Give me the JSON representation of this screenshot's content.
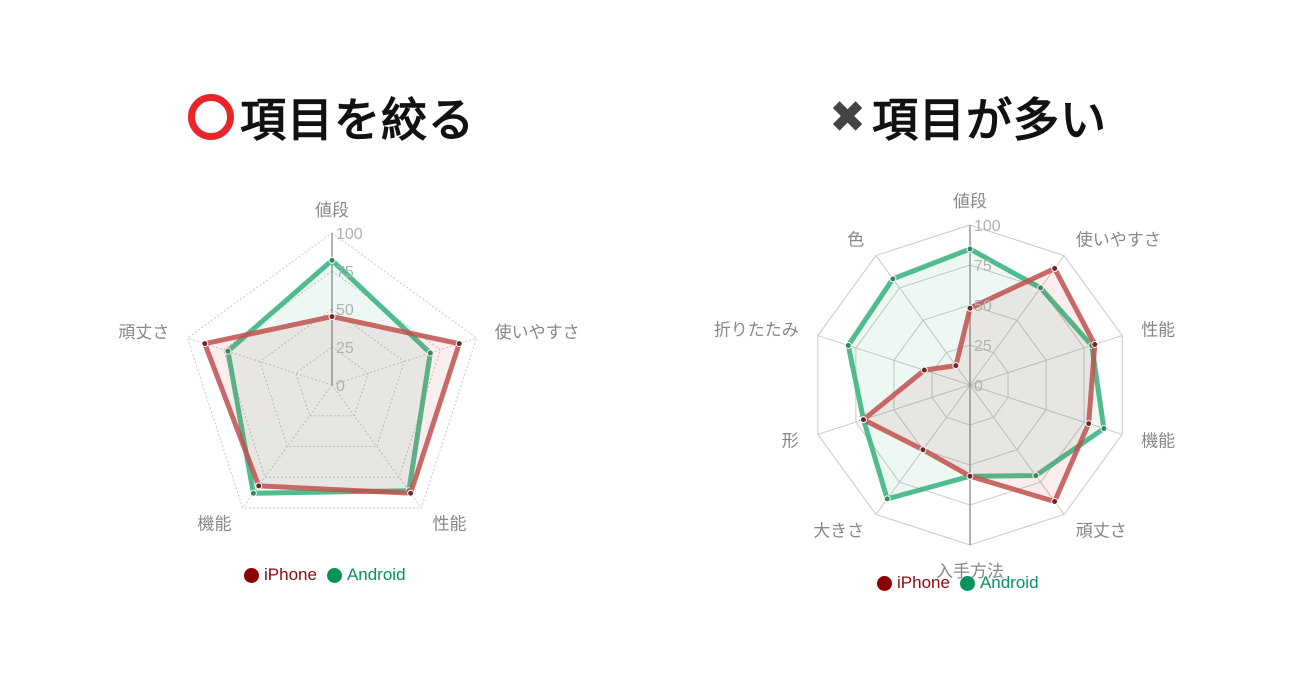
{
  "titles": {
    "good": "項目を絞る",
    "bad": "項目が多い"
  },
  "icons": {
    "good": "red-circle-mark-icon",
    "bad": "cross-mark-icon"
  },
  "colors": {
    "iphone_line": "#c0504d",
    "iphone_dot": "#8b0000",
    "iphone_legend": "#8b0a0a",
    "android_line": "#33b27a",
    "android_legend": "#06945a",
    "grid": "#c8c8c8",
    "label": "#888888",
    "tick": "#b0b0b0"
  },
  "chart_data": [
    {
      "type": "radar",
      "title": "項目を絞る",
      "axes": [
        "値段",
        "使いやすさ",
        "性能",
        "機能",
        "頑丈さ"
      ],
      "range": [
        0,
        100
      ],
      "ticks": [
        "0",
        "25",
        "50",
        "75",
        "100"
      ],
      "series": [
        {
          "name": "iPhone",
          "values": [
            45,
            88,
            88,
            82,
            88
          ]
        },
        {
          "name": "Android",
          "values": [
            82,
            68,
            86,
            88,
            72
          ]
        }
      ],
      "legend": "bottom"
    },
    {
      "type": "radar",
      "title": "項目が多い",
      "axes": [
        "値段",
        "使いやすさ",
        "性能",
        "機能",
        "頑丈さ",
        "入手方法",
        "大きさ",
        "形",
        "折りたたみ",
        "色"
      ],
      "range": [
        0,
        100
      ],
      "ticks": [
        "0",
        "25",
        "50",
        "75",
        "100"
      ],
      "series": [
        {
          "name": "iPhone",
          "values": [
            48,
            90,
            82,
            78,
            90,
            57,
            50,
            70,
            30,
            15
          ]
        },
        {
          "name": "Android",
          "values": [
            85,
            75,
            80,
            88,
            70,
            57,
            88,
            70,
            80,
            82
          ]
        }
      ],
      "legend": "bottom"
    }
  ]
}
